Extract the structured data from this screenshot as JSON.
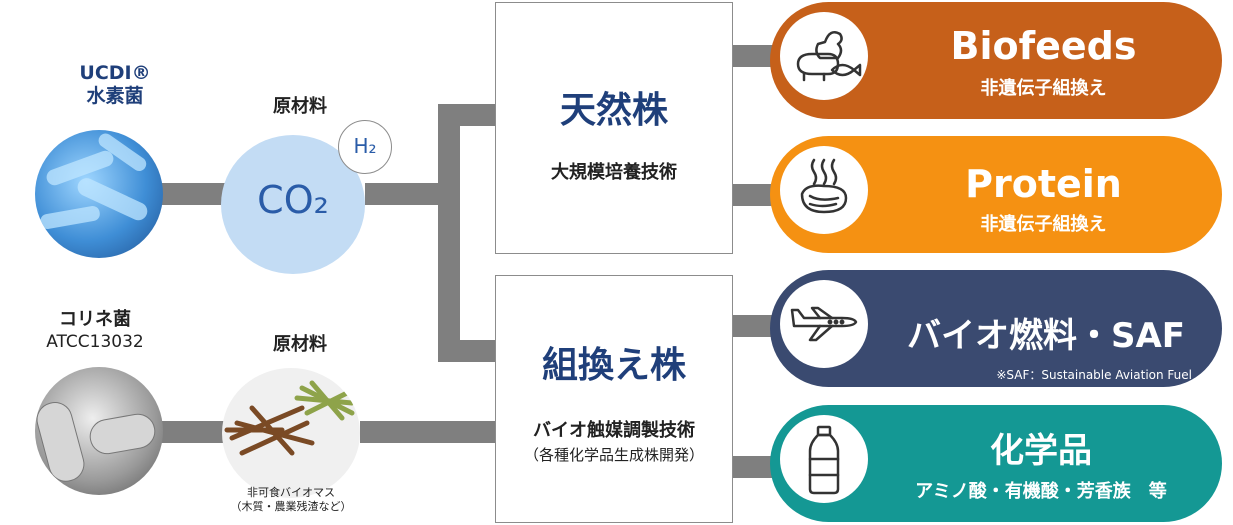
{
  "left": {
    "ucdi": {
      "name": "UCDI®",
      "sub": "水素菌"
    },
    "corine": {
      "name": "コリネ菌",
      "sub": "ATCC13032"
    }
  },
  "raw1": {
    "label": "原材料",
    "co2": "CO₂",
    "h2": "H₂"
  },
  "raw2": {
    "label": "原材料",
    "caption1": "非可食バイオマス",
    "caption2": "（木質・農業残渣など）"
  },
  "box1": {
    "title": "天然株",
    "sub": "大規模培養技術"
  },
  "box2": {
    "title": "組換え株",
    "sub": "バイオ触媒調製技術",
    "note": "（各種化学品生成株開発）"
  },
  "products": [
    {
      "title": "Biofeeds",
      "sub": "非遺伝子組換え",
      "color": "#c6601a",
      "icon": "animals-icon"
    },
    {
      "title": "Protein",
      "sub": "非遺伝子組換え",
      "color": "#f59112",
      "icon": "meat-icon"
    },
    {
      "title": "バイオ燃料・SAF",
      "note": "※SAF：Sustainable Aviation Fuel",
      "color": "#3a4a70",
      "icon": "airplane-icon"
    },
    {
      "title": "化学品",
      "sub": "アミノ酸・有機酸・芳香族　等",
      "color": "#149894",
      "icon": "bottle-icon"
    }
  ]
}
